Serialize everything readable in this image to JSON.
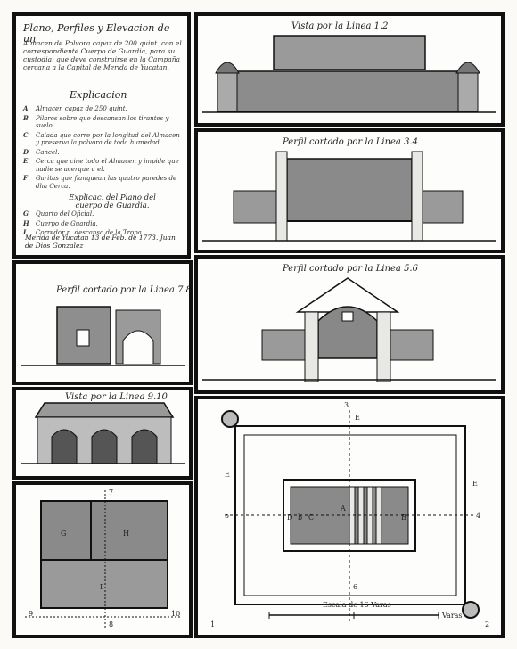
{
  "legend": {
    "title": "Plano, Perfiles y Elevacion de un",
    "subtitle": "Almacen de Polvora capaz de 200 quint. con el correspondiente Cuerpo de Guardia, para su custodia; que deve construirse en la Campaña cercana a la Capital de Merida de Yucatan.",
    "heading": "Explicacion",
    "items": [
      {
        "key": "A",
        "text": "Almacen capaz de 250 quint."
      },
      {
        "key": "B",
        "text": "Pilares sobre que descansan los tirantes y suelo."
      },
      {
        "key": "C",
        "text": "Calada que corre por la longitud del Almacen y preserva la polvora de toda humedad."
      },
      {
        "key": "D",
        "text": "Cancel."
      },
      {
        "key": "E",
        "text": "Cerca que cine todo el Almacen y impide que nadie se acerque a el."
      },
      {
        "key": "F",
        "text": "Garitas que flanquean las quatro paredes de dha Cerca."
      }
    ],
    "heading2": "Explicac. del Plano del cuerpo de Guardia.",
    "items2": [
      {
        "key": "G",
        "text": "Quarto del Oficial."
      },
      {
        "key": "H",
        "text": "Cuerpo de Guardia."
      },
      {
        "key": "I",
        "text": "Corredor p. descanso de la Tropa."
      }
    ],
    "signature": "Merida de Yucatan 13 de Feb. de 1773. Juan de Dios Gonzalez"
  },
  "views": {
    "elevation_12": "Vista por la Linea 1.2",
    "section_34": "Perfil cortado por la Linea 3.4",
    "section_78": "Perfil cortado por la Linea 7.8",
    "section_56": "Perfil cortado por la Linea 5.6",
    "elevation_910": "Vista por la Linea 9.10",
    "scale_label": "Escala de 16 Varas",
    "scale_unit": "Varas"
  },
  "plan_labels": {
    "n3": "3",
    "nE_top": "E",
    "nE_left": "E",
    "nE_right": "E",
    "n5": "5",
    "n4": "4",
    "n6": "6",
    "n1": "1",
    "n2": "2",
    "nA": "A",
    "nB": "B",
    "nC": "C",
    "nb": "b",
    "nD": "D",
    "nG": "G",
    "nH": "H",
    "nI": "I",
    "n7": "7",
    "n8": "8",
    "n9": "9",
    "n10": "10"
  },
  "colors": {
    "ink": "#111111",
    "wash": "#8c8c8c",
    "paper": "#fdfdfb"
  }
}
